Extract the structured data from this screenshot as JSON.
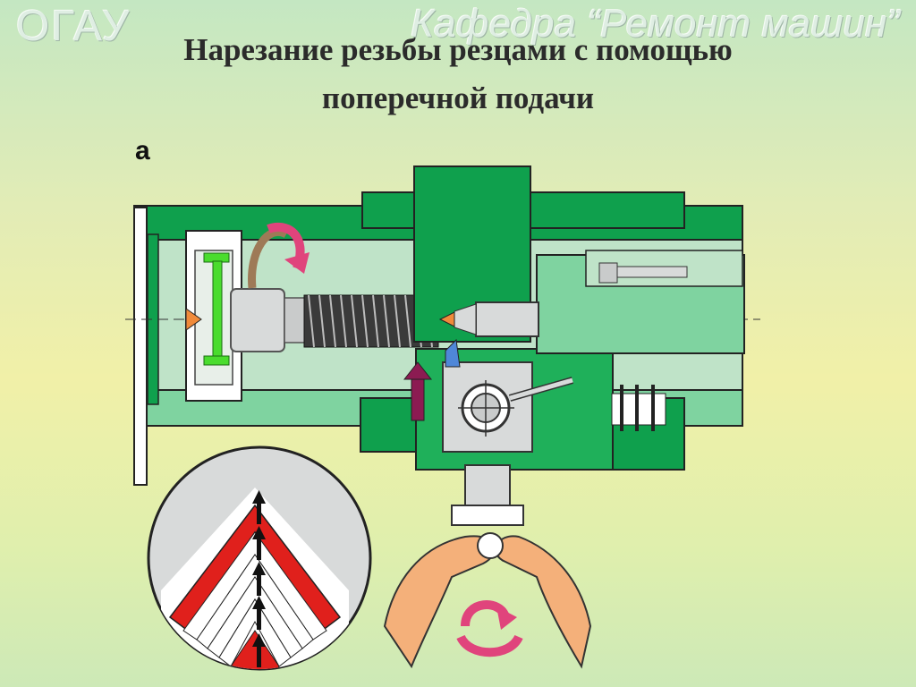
{
  "watermark": {
    "left": "ОГАУ",
    "right": "Кафедра “Ремонт машин”"
  },
  "title": {
    "line1": "Нарезание  резьбы резцами с помощью",
    "line2": "поперечной подачи"
  },
  "figure": {
    "panel_label": "а"
  },
  "colors": {
    "machine_green": "#0fa04d",
    "light_green": "#7fd3a0",
    "workpiece_gray": "#d8dada",
    "hand_skin": "#f4b07a",
    "rotation_arrow": "#e0447c",
    "feed_arrow": "#8c1b52",
    "thread_red": "#e0201c"
  },
  "icons": [
    "rotation-arrow-icon",
    "feed-arrow-icon",
    "handwheel-rotation-icon"
  ]
}
